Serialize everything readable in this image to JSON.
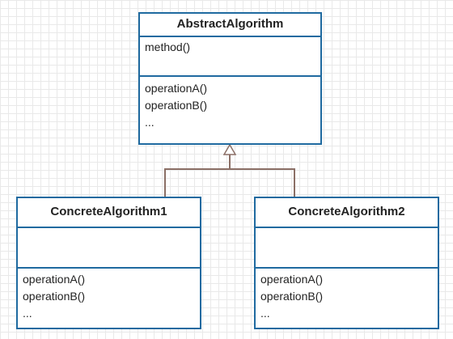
{
  "diagram": {
    "classes": {
      "abstract": {
        "name": "AbstractAlgorithm",
        "fields": [
          "method()"
        ],
        "methods": [
          "operationA()",
          "operationB()",
          "..."
        ]
      },
      "concrete1": {
        "name": "ConcreteAlgorithm1",
        "fields": [],
        "methods": [
          "operationA()",
          "operationB()",
          "..."
        ]
      },
      "concrete2": {
        "name": "ConcreteAlgorithm2",
        "fields": [],
        "methods": [
          "operationA()",
          "operationB()",
          "..."
        ]
      }
    },
    "relationships": [
      {
        "type": "generalization",
        "from": "ConcreteAlgorithm1",
        "to": "AbstractAlgorithm"
      },
      {
        "type": "generalization",
        "from": "ConcreteAlgorithm2",
        "to": "AbstractAlgorithm"
      }
    ],
    "colors": {
      "class_border": "#1f6aa0",
      "connector": "#8b6f66",
      "grid": "#e9e9e9"
    }
  }
}
